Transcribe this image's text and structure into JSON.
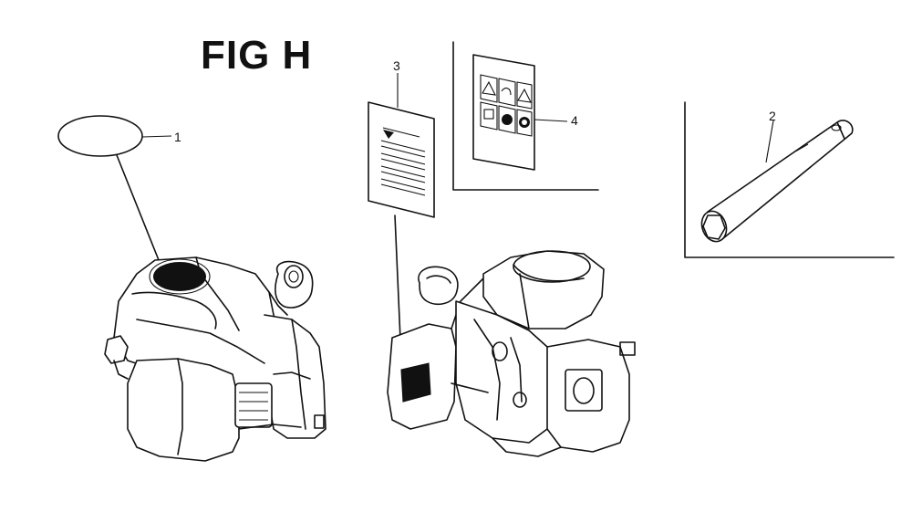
{
  "figure": {
    "title": "FIG H"
  },
  "callouts": [
    {
      "label": "1",
      "part": "emblem"
    },
    {
      "label": "2",
      "part": "spark-plug-wrench"
    },
    {
      "label": "3",
      "part": "warning-label"
    },
    {
      "label": "4",
      "part": "caution-symbols-label"
    }
  ]
}
